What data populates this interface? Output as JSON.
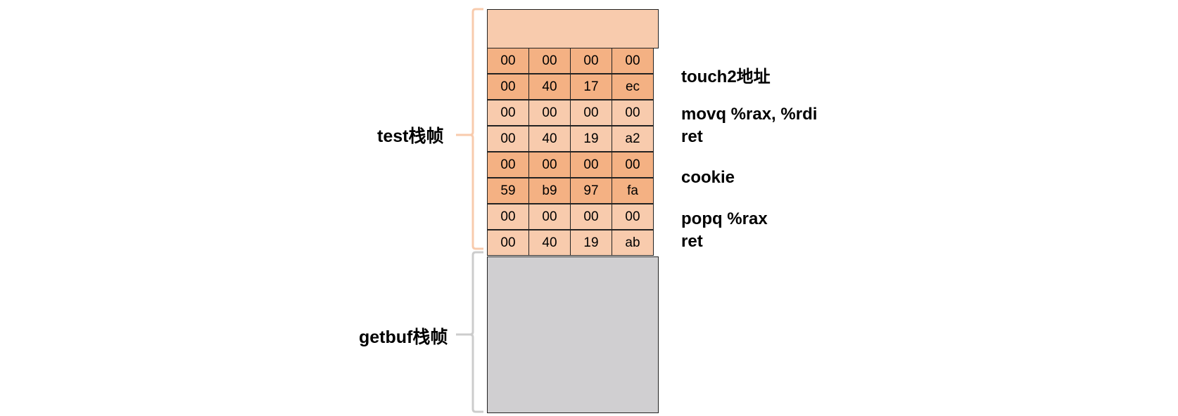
{
  "frames": {
    "test_label": "test栈帧",
    "getbuf_label": "getbuf栈帧"
  },
  "stack_rows": [
    {
      "bytes": [
        "00",
        "00",
        "00",
        "00"
      ],
      "shade": "dark"
    },
    {
      "bytes": [
        "00",
        "40",
        "17",
        "ec"
      ],
      "shade": "dark"
    },
    {
      "bytes": [
        "00",
        "00",
        "00",
        "00"
      ],
      "shade": "light"
    },
    {
      "bytes": [
        "00",
        "40",
        "19",
        "a2"
      ],
      "shade": "light"
    },
    {
      "bytes": [
        "00",
        "00",
        "00",
        "00"
      ],
      "shade": "dark"
    },
    {
      "bytes": [
        "59",
        "b9",
        "97",
        "fa"
      ],
      "shade": "dark"
    },
    {
      "bytes": [
        "00",
        "00",
        "00",
        "00"
      ],
      "shade": "light"
    },
    {
      "bytes": [
        "00",
        "40",
        "19",
        "ab"
      ],
      "shade": "light"
    }
  ],
  "annotations": {
    "touch2": "touch2地址",
    "movq": "movq %rax, %rdi",
    "ret1": "ret",
    "cookie": "cookie",
    "popq": "popq %rax",
    "ret2": "ret"
  },
  "colors": {
    "dark_orange": "#f4b183",
    "light_orange": "#f8cbad",
    "gray": "#d0cfd1",
    "test_brace": "#f8cbad",
    "getbuf_brace": "#cccccc"
  }
}
